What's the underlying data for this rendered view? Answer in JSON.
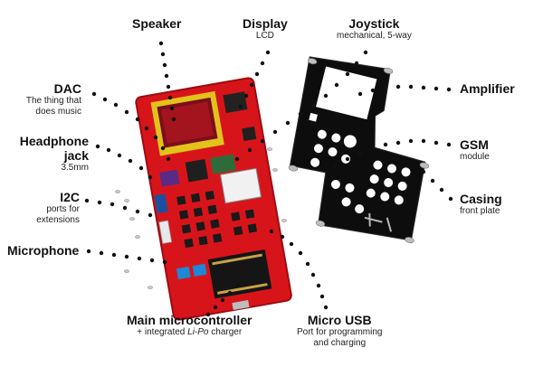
{
  "labels": {
    "speaker": {
      "title": "Speaker"
    },
    "display": {
      "title": "Display",
      "sub": "LCD"
    },
    "joystick": {
      "title": "Joystick",
      "sub": "mechanical, 5-way"
    },
    "dac": {
      "title": "DAC",
      "sub1": "The thing that",
      "sub2": "does music"
    },
    "headphone": {
      "title1": "Headphone",
      "title2": "jack",
      "sub": "3.5mm"
    },
    "i2c": {
      "title": "I2C",
      "sub1": "ports for",
      "sub2": "extensions"
    },
    "microphone": {
      "title": "Microphone"
    },
    "amplifier": {
      "title": "Amplifier"
    },
    "gsm": {
      "title": "GSM",
      "sub": "module"
    },
    "casing": {
      "title": "Casing",
      "sub": "front plate"
    },
    "mcu": {
      "title": "Main microcontroller",
      "sub_prefix": "+ integrated ",
      "sub_italic": "Li-Po",
      "sub_suffix": " charger"
    },
    "usb": {
      "title": "Micro USB",
      "sub1": "Port for programming",
      "sub2": "and charging"
    }
  },
  "colors": {
    "pcb_red": "#d8141b",
    "pcb_dark": "#9c0c11",
    "button_black": "#1a1a1a",
    "plate_black": "#0d0d0d",
    "dot_color": "#111111",
    "screen_yellow": "#e2c21b"
  }
}
